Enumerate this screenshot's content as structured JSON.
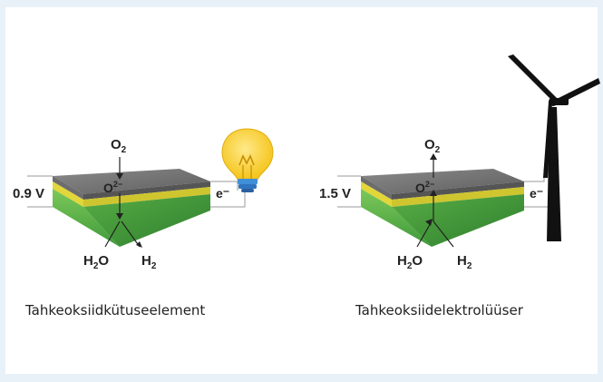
{
  "left": {
    "voltage": "0.9 V",
    "o2": "O",
    "o2_sub": "2",
    "ion": "O",
    "ion_sup": "2−",
    "electron": "e⁻",
    "water_h": "H",
    "water_sub": "2",
    "water_o": "O",
    "hydrogen": "H",
    "hydrogen_sub": "2",
    "caption": "Tahkeoksiidkütuseelement"
  },
  "right": {
    "voltage": "1.5 V",
    "o2": "O",
    "o2_sub": "2",
    "ion": "O",
    "ion_sup": "2−",
    "electron": "e⁻",
    "water_h": "H",
    "water_sub": "2",
    "water_o": "O",
    "hydrogen": "H",
    "hydrogen_sub": "2",
    "caption": "Tahkeoksiidelektrolüüser"
  },
  "colors": {
    "cathode_top": "#7b7b7b",
    "electrolyte": "#e4d93c",
    "anode": "#5fb84a",
    "bulb": "#f7d23a",
    "bulb_base": "#3f8fd9",
    "turbine": "#111111"
  },
  "icons": [
    "light-bulb-icon",
    "wind-turbine-icon"
  ]
}
